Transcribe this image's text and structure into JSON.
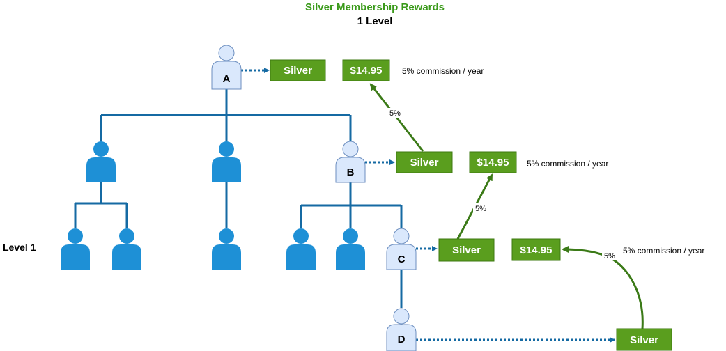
{
  "title": "Silver Membership Rewards",
  "subtitle": "1 Level",
  "level_label": "Level 1",
  "nodes": {
    "a": "A",
    "b": "B",
    "c": "C",
    "d": "D"
  },
  "membership": {
    "silver": "Silver",
    "price": "$14.95",
    "commission": "5% commission / year",
    "percent": "5%"
  },
  "colors": {
    "title_green": "#3a9a1a",
    "box_green": "#5a9e1e",
    "box_border": "#3e7a10",
    "person_blue": "#1e90d6",
    "person_light": "#dae8fc",
    "person_light_border": "#6c8ebf",
    "tree_line": "#156aa3",
    "arrow_green": "#3b7a17"
  }
}
